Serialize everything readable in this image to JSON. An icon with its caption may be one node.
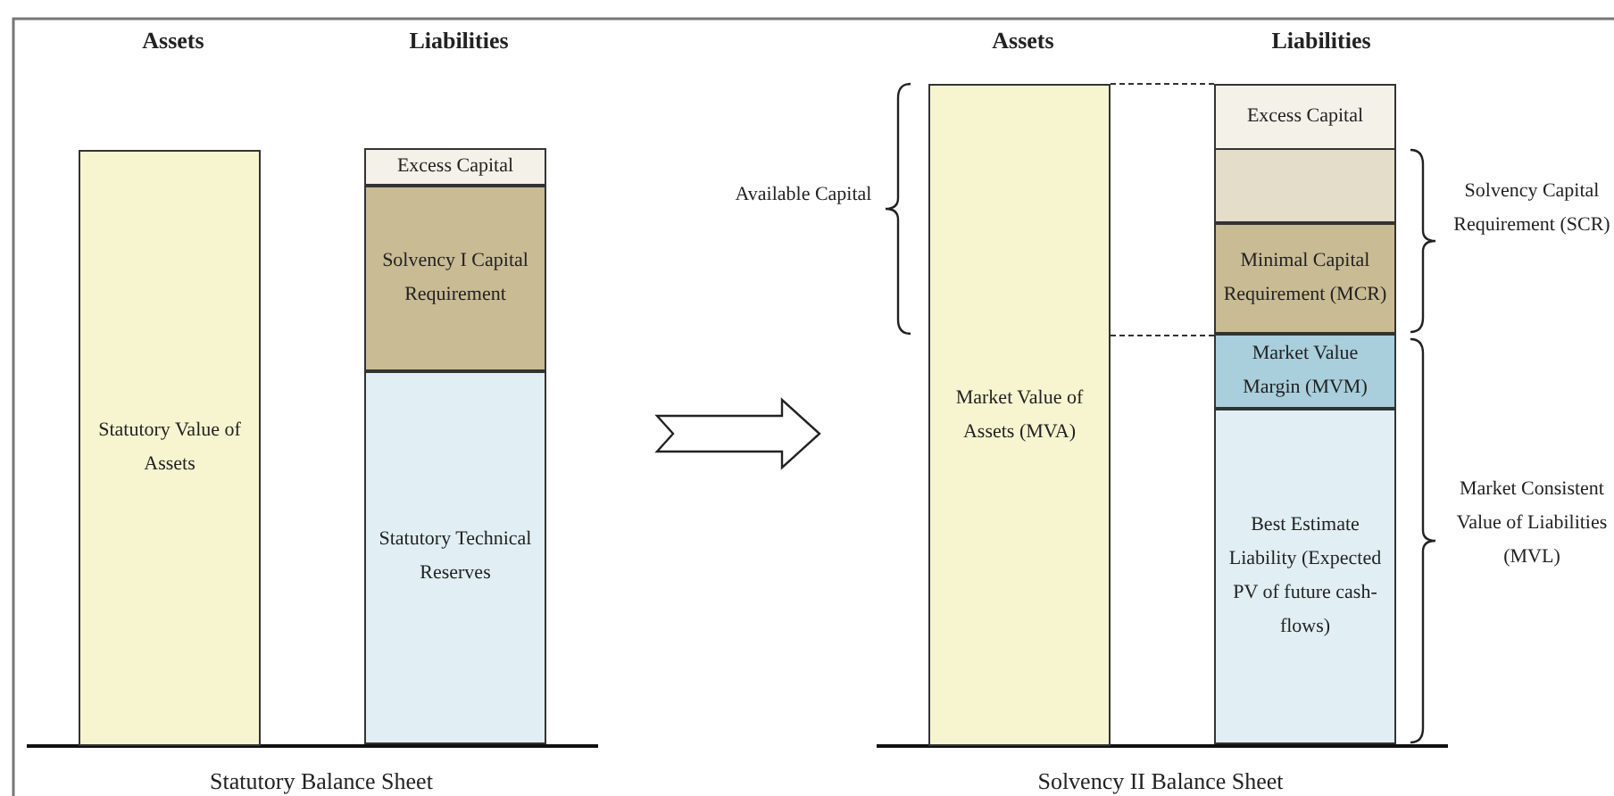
{
  "diagram": {
    "nodes": [
      {
        "text": [
          "Statutory Value of Assets"
        ]
      },
      {
        "text": [
          "Excess Capital"
        ]
      },
      {
        "text": [
          "Solvency I Capital Requirement"
        ]
      },
      {
        "text": [
          "Statutory Technical Reserves"
        ]
      },
      {
        "text": [
          "Market Value of Assets (MVA)"
        ]
      },
      {
        "text": [
          "Excess Capital"
        ]
      },
      {
        "text": [],
        "shape": "box"
      },
      {
        "text": [
          "Minimal Capital Requirement (MCR)"
        ]
      },
      {
        "text": [
          "Market Value Margin (MVM)"
        ]
      },
      {
        "text": [
          "Best Estimate Liability (Expected PV of future cash-flows)"
        ]
      }
    ],
    "edges": [
      {
        "from": 4,
        "to": 5,
        "arrow": "none",
        "style": "dashed"
      },
      {
        "from": 4,
        "to": 8,
        "arrow": "none",
        "style": "dashed"
      }
    ],
    "labels": [
      "Assets",
      "Liabilities",
      "Assets",
      "Liabilities",
      "Available Capital",
      "Solvency Capital Requirement (SCR)",
      "Market Consistent Value of Liabilities (MVL)",
      "Statutory Balance Sheet",
      "Solvency II Balance Sheet"
    ]
  }
}
